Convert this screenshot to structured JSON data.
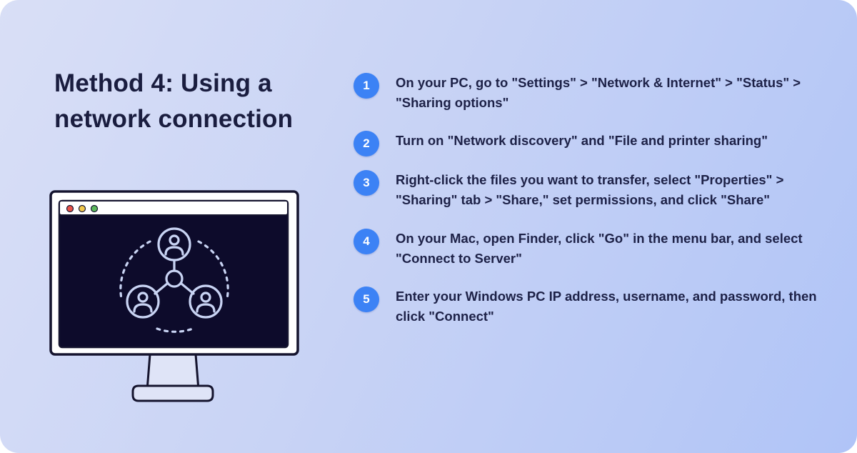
{
  "title": "Method 4: Using a network connection",
  "steps": [
    {
      "number": "1",
      "text": "On your PC, go to \"Settings\" > \"Network & Internet\" > \"Status\" > \"Sharing options\""
    },
    {
      "number": "2",
      "text": "Turn on \"Network discovery\" and \"File and printer sharing\""
    },
    {
      "number": "3",
      "text": "Right-click the files you want to transfer, select \"Properties\" > \"Sharing\" tab > \"Share,\" set permissions, and click \"Share\""
    },
    {
      "number": "4",
      "text": "On your Mac, open Finder, click \"Go\" in the menu bar, and select \"Connect to Server\""
    },
    {
      "number": "5",
      "text": "Enter your Windows PC IP address, username, and password, then click \"Connect\""
    }
  ],
  "illustration": {
    "icon": "network-users-icon",
    "window_dots": [
      "#e8534a",
      "#f2c94c",
      "#5cb85c"
    ],
    "colors": {
      "screen": "#0d0b2b",
      "outline": "#15142e",
      "accent": "#3c82f5",
      "icon_stroke": "#c9d4f4"
    }
  }
}
